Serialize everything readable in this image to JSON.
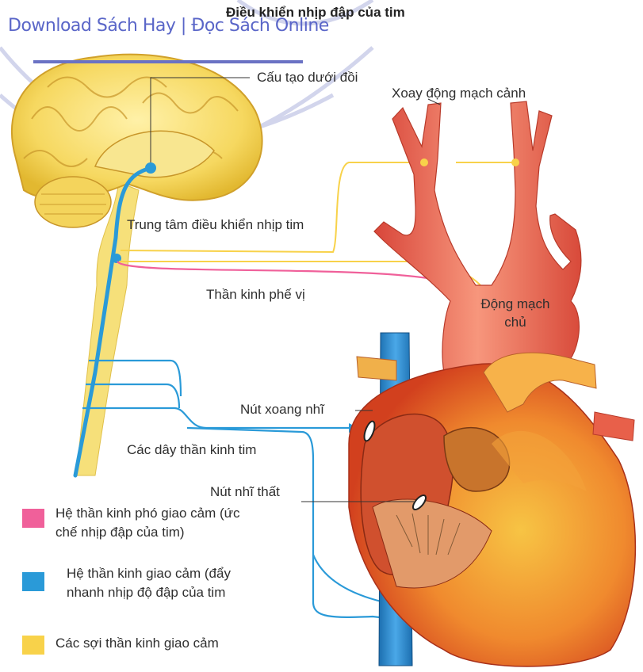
{
  "title": "Điều khiển nhịp đập của tim",
  "watermark": "Download Sách Hay | Đọc Sách Online",
  "labels": {
    "hypothalamus": "Cấu tạo dưới đồi",
    "carotid_sinus": "Xoay động mạch cảnh",
    "cardiac_center": "Trung tâm điều khiển nhịp tim",
    "vagus_nerve": "Thần kinh phế vị",
    "aorta": "Động mạch chủ",
    "sa_node": "Nút xoang nhĩ",
    "cardiac_nerves": "Các dây thần kinh tim",
    "av_node": "Nút nhĩ thất"
  },
  "legend": [
    {
      "color": "#f0609a",
      "line1": "Hệ thần kinh phó giao cảm (ức",
      "line2": "chế  nhịp đập của tim)"
    },
    {
      "color": "#2a9ad8",
      "line1": "Hệ  thần  kinh  giao  cảm  (đẩy",
      "line2": "nhanh nhịp độ đập của tim"
    },
    {
      "color": "#f8d24a",
      "line1": "Các sợi thần kinh giao cảm",
      "line2": ""
    }
  ],
  "colors": {
    "parasympathetic": "#f0609a",
    "sympathetic": "#2a9ad8",
    "sensory": "#f8d24a",
    "brain": "#f6dc6a",
    "artery": "#e8604a",
    "heart": "#f08a2e"
  }
}
